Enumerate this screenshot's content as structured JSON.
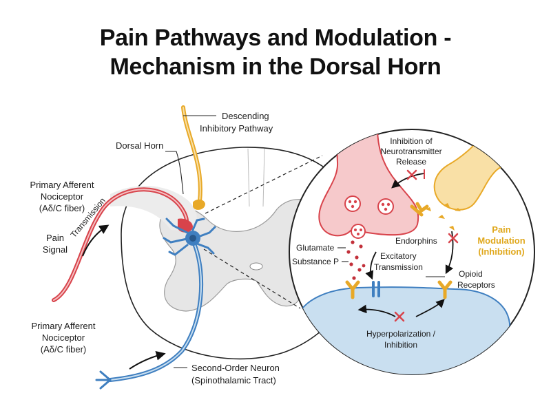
{
  "title": {
    "line1": "Pain Pathways and Modulation -",
    "line2": "Mechanism in the Dorsal Horn"
  },
  "labels": {
    "descending_line1": "Descending",
    "descending_line2": "Inhibitory Pathway",
    "dorsal_horn": "Dorsal Horn",
    "afferent_top_line1": "Primary Afferent",
    "afferent_top_line2": "Nociceptor",
    "afferent_top_line3": "(Aδ/C fiber)",
    "transmission": "Transmission",
    "pain_signal_line1": "Pain",
    "pain_signal_line2": "Signal",
    "afferent_bottom_line1": "Primary Afferent",
    "afferent_bottom_line2": "Nociceptor",
    "afferent_bottom_line3": "(Aδ/C fiber)",
    "second_order_line1": "Second-Order Neuron",
    "second_order_line2": "(Spinothalamic Tract)",
    "inhibition_line1": "Inhibition of",
    "inhibition_line2": "Neurotransmitter",
    "inhibition_line3": "Release",
    "endorphins": "Endorphins",
    "modulation_line1": "Pain",
    "modulation_line2": "Modulation",
    "modulation_line3": "(Inhibition)",
    "glutamate": "Glutamate",
    "substance_p": "Substance P",
    "excitatory_line1": "Excitatory",
    "excitatory_line2": "Transmission",
    "opioid_line1": "Opioid",
    "opioid_line2": "Receptors",
    "hyper_line1": "Hyperpolarization /",
    "hyper_line2": "Inhibition"
  },
  "colors": {
    "afferent": "#d8434b",
    "afferent_fill": "#f4c2c4",
    "descending": "#e8a928",
    "descending_fill": "#f9e0a6",
    "second_order": "#3f7fc0",
    "second_order_fill": "#c9dff0",
    "modulation_text": "#e0a81c",
    "inhibit_x": "#d8434b",
    "grey_matter": "#e6e6e6"
  },
  "icons": {
    "inhibition_marker": "x-mark-icon",
    "direction_marker": "arrow-icon"
  }
}
